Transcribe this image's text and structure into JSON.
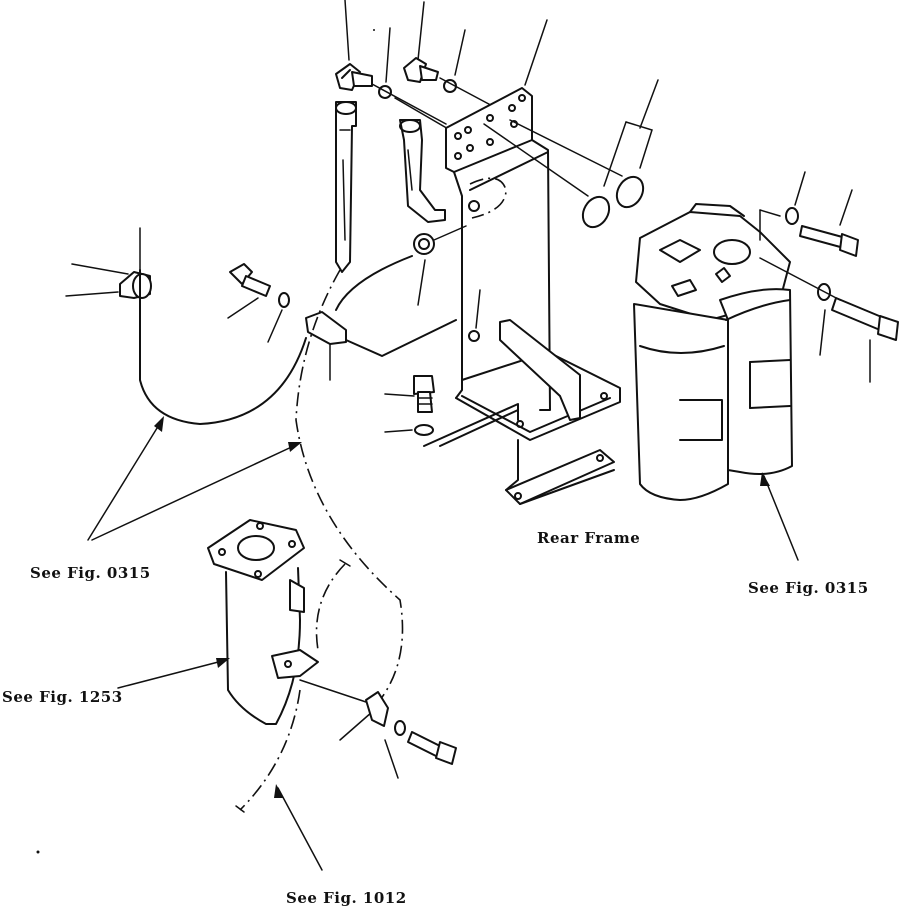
{
  "labels": {
    "rear_frame": "Rear Frame",
    "see_fig_0315_left": "See Fig. 0315",
    "see_fig_0315_right": "See Fig. 0315",
    "see_fig_1253": "See Fig. 1253",
    "see_fig_1012": "See Fig. 1012"
  }
}
